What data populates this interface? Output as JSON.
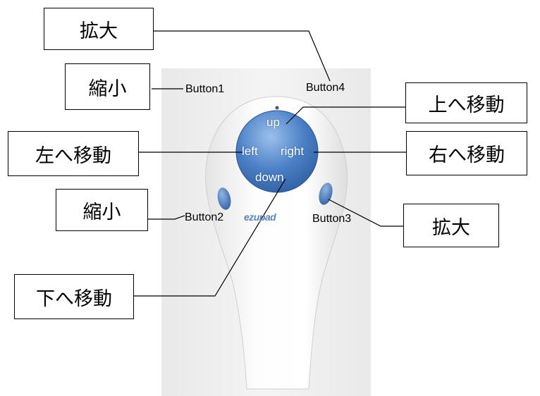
{
  "callouts": {
    "zoom_in_top": "拡大",
    "zoom_out_top": "縮小",
    "move_up": "上へ移動",
    "move_left": "左へ移動",
    "move_right": "右へ移動",
    "zoom_out_left": "縮小",
    "zoom_in_right": "拡大",
    "move_down": "下へ移動"
  },
  "device_labels": {
    "button1": "Button1",
    "button4": "Button4",
    "button2": "Button2",
    "button3": "Button3"
  },
  "pad_labels": {
    "up": "up",
    "left": "left",
    "right": "right",
    "down": "down"
  },
  "brand_logo": "ezupad",
  "colors": {
    "pad_blue": "#4a7fc6",
    "line": "#000000",
    "remote_body": "#f7f7f7"
  }
}
